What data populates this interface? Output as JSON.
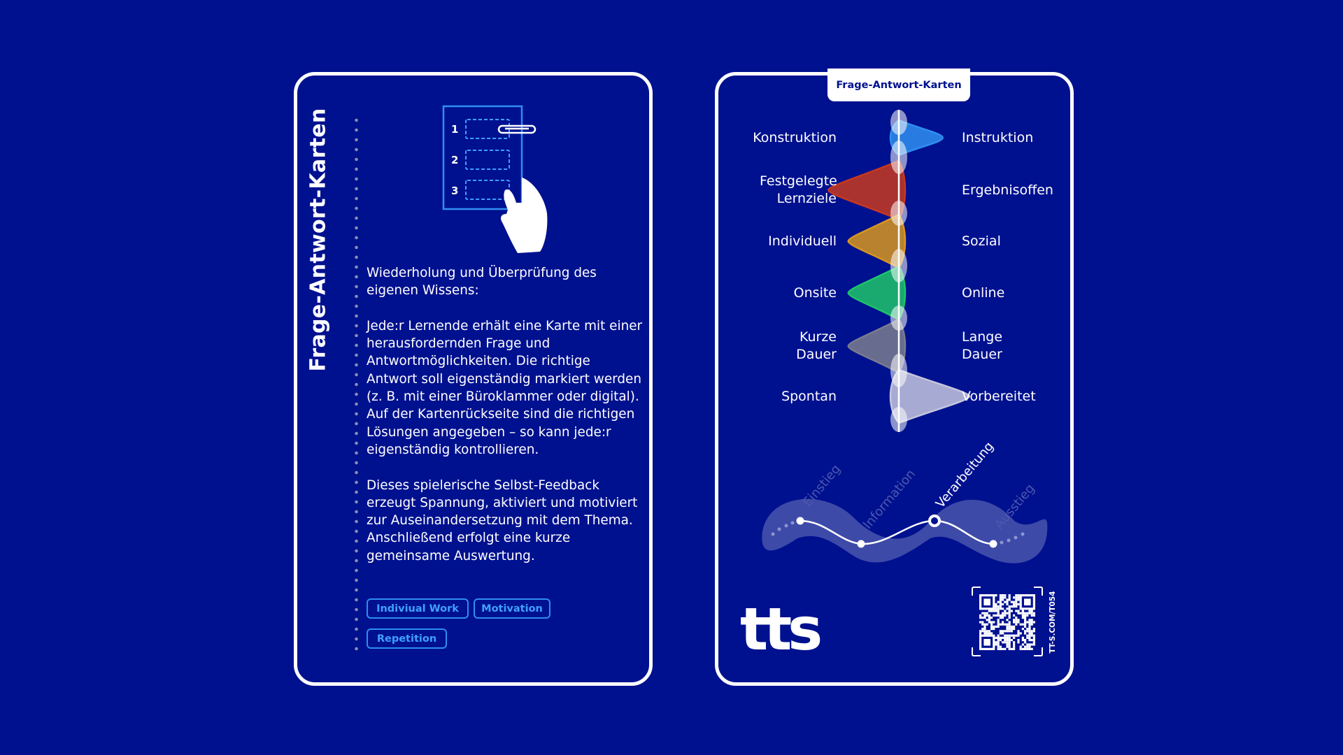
{
  "front": {
    "title": "Frage-Antwort-Karten",
    "illustration": {
      "numbers": [
        "1",
        "2",
        "3"
      ],
      "icon": "hand-holding-answer-card-icon"
    },
    "paragraphs": [
      "Wiederholung und Überprüfung des eigenen Wissens:",
      "Jede:r Lernende erhält eine Karte mit einer herausfordernden Frage und Antwortmöglichkeiten. Die richtige Antwort soll eigenständig markiert werden (z. B. mit einer Büroklammer oder digital). Auf der Kartenrückseite sind die richtigen Lösungen angegeben – so kann jede:r eigenständig kontrollieren.",
      "Dieses spielerische Selbst-Feedback erzeugt Spannung, aktiviert und motiviert zur Auseinandersetzung mit dem Thema. Anschließend erfolgt eine kurze gemeinsame Auswertung."
    ],
    "tags": [
      "Indiviual Work",
      "Motivation",
      "Repetition"
    ]
  },
  "back": {
    "tab_label": "Frage-Antwort-Karten",
    "dimensions": [
      {
        "left": "Konstruktion",
        "right": "Instruktion",
        "color": "#2f8ff0",
        "lean": "right",
        "strength": 0.45
      },
      {
        "left": "Festgelegte Lernziele",
        "right": "Ergebnisoffen",
        "color": "#c8381e",
        "lean": "left",
        "strength": 0.85
      },
      {
        "left": "Individuell",
        "right": "Sozial",
        "color": "#d8961e",
        "lean": "left",
        "strength": 0.55
      },
      {
        "left": "Onsite",
        "right": "Online",
        "color": "#1fc46a",
        "lean": "left",
        "strength": 0.55
      },
      {
        "left": "Kurze Dauer",
        "right": "Lange Dauer",
        "color": "#7a7c8e",
        "lean": "left",
        "strength": 0.55
      },
      {
        "left": "Spontan",
        "right": "Vorbereitet",
        "color": "#c4c6de",
        "lean": "right",
        "strength": 0.85
      }
    ],
    "phases": [
      {
        "label": "Einstieg",
        "active": false
      },
      {
        "label": "Information",
        "active": false
      },
      {
        "label": "Verarbeitung",
        "active": true
      },
      {
        "label": "Ausstieg",
        "active": false
      }
    ],
    "logo": "tts",
    "qr_url": "TT-S.COM/T054"
  },
  "colors": {
    "background": "#00118f",
    "accent": "#2f8df2"
  }
}
